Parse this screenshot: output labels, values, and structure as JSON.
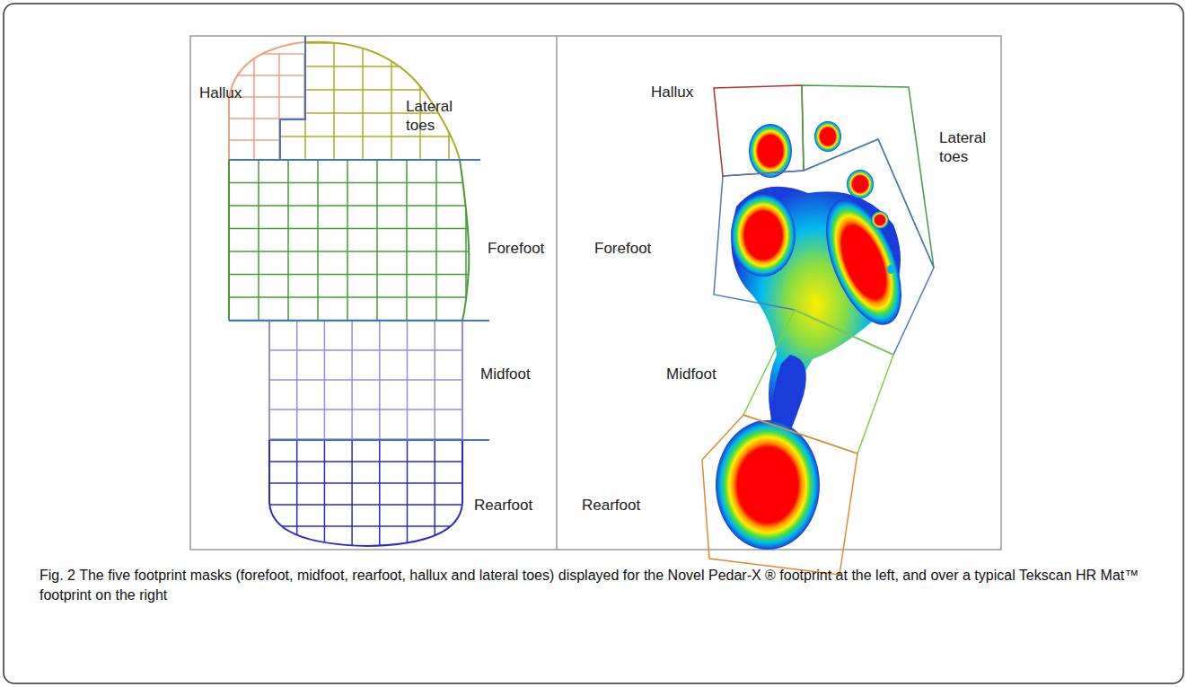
{
  "diagram": {
    "caption": "Fig. 2 The five footprint masks (forefoot, midfoot, rearfoot, hallux and lateral toes) displayed for the Novel Pedar-X ® footprint at the left, and over a typical Tekscan HR Mat™ footprint on the right",
    "labels": [
      "Hallux",
      "Lateral toes",
      "Forefoot",
      "Midfoot",
      "Rearfoot",
      "Hallux",
      "Lateral toes",
      "Forefoot",
      "Midfoot",
      "Rearfoot"
    ]
  }
}
